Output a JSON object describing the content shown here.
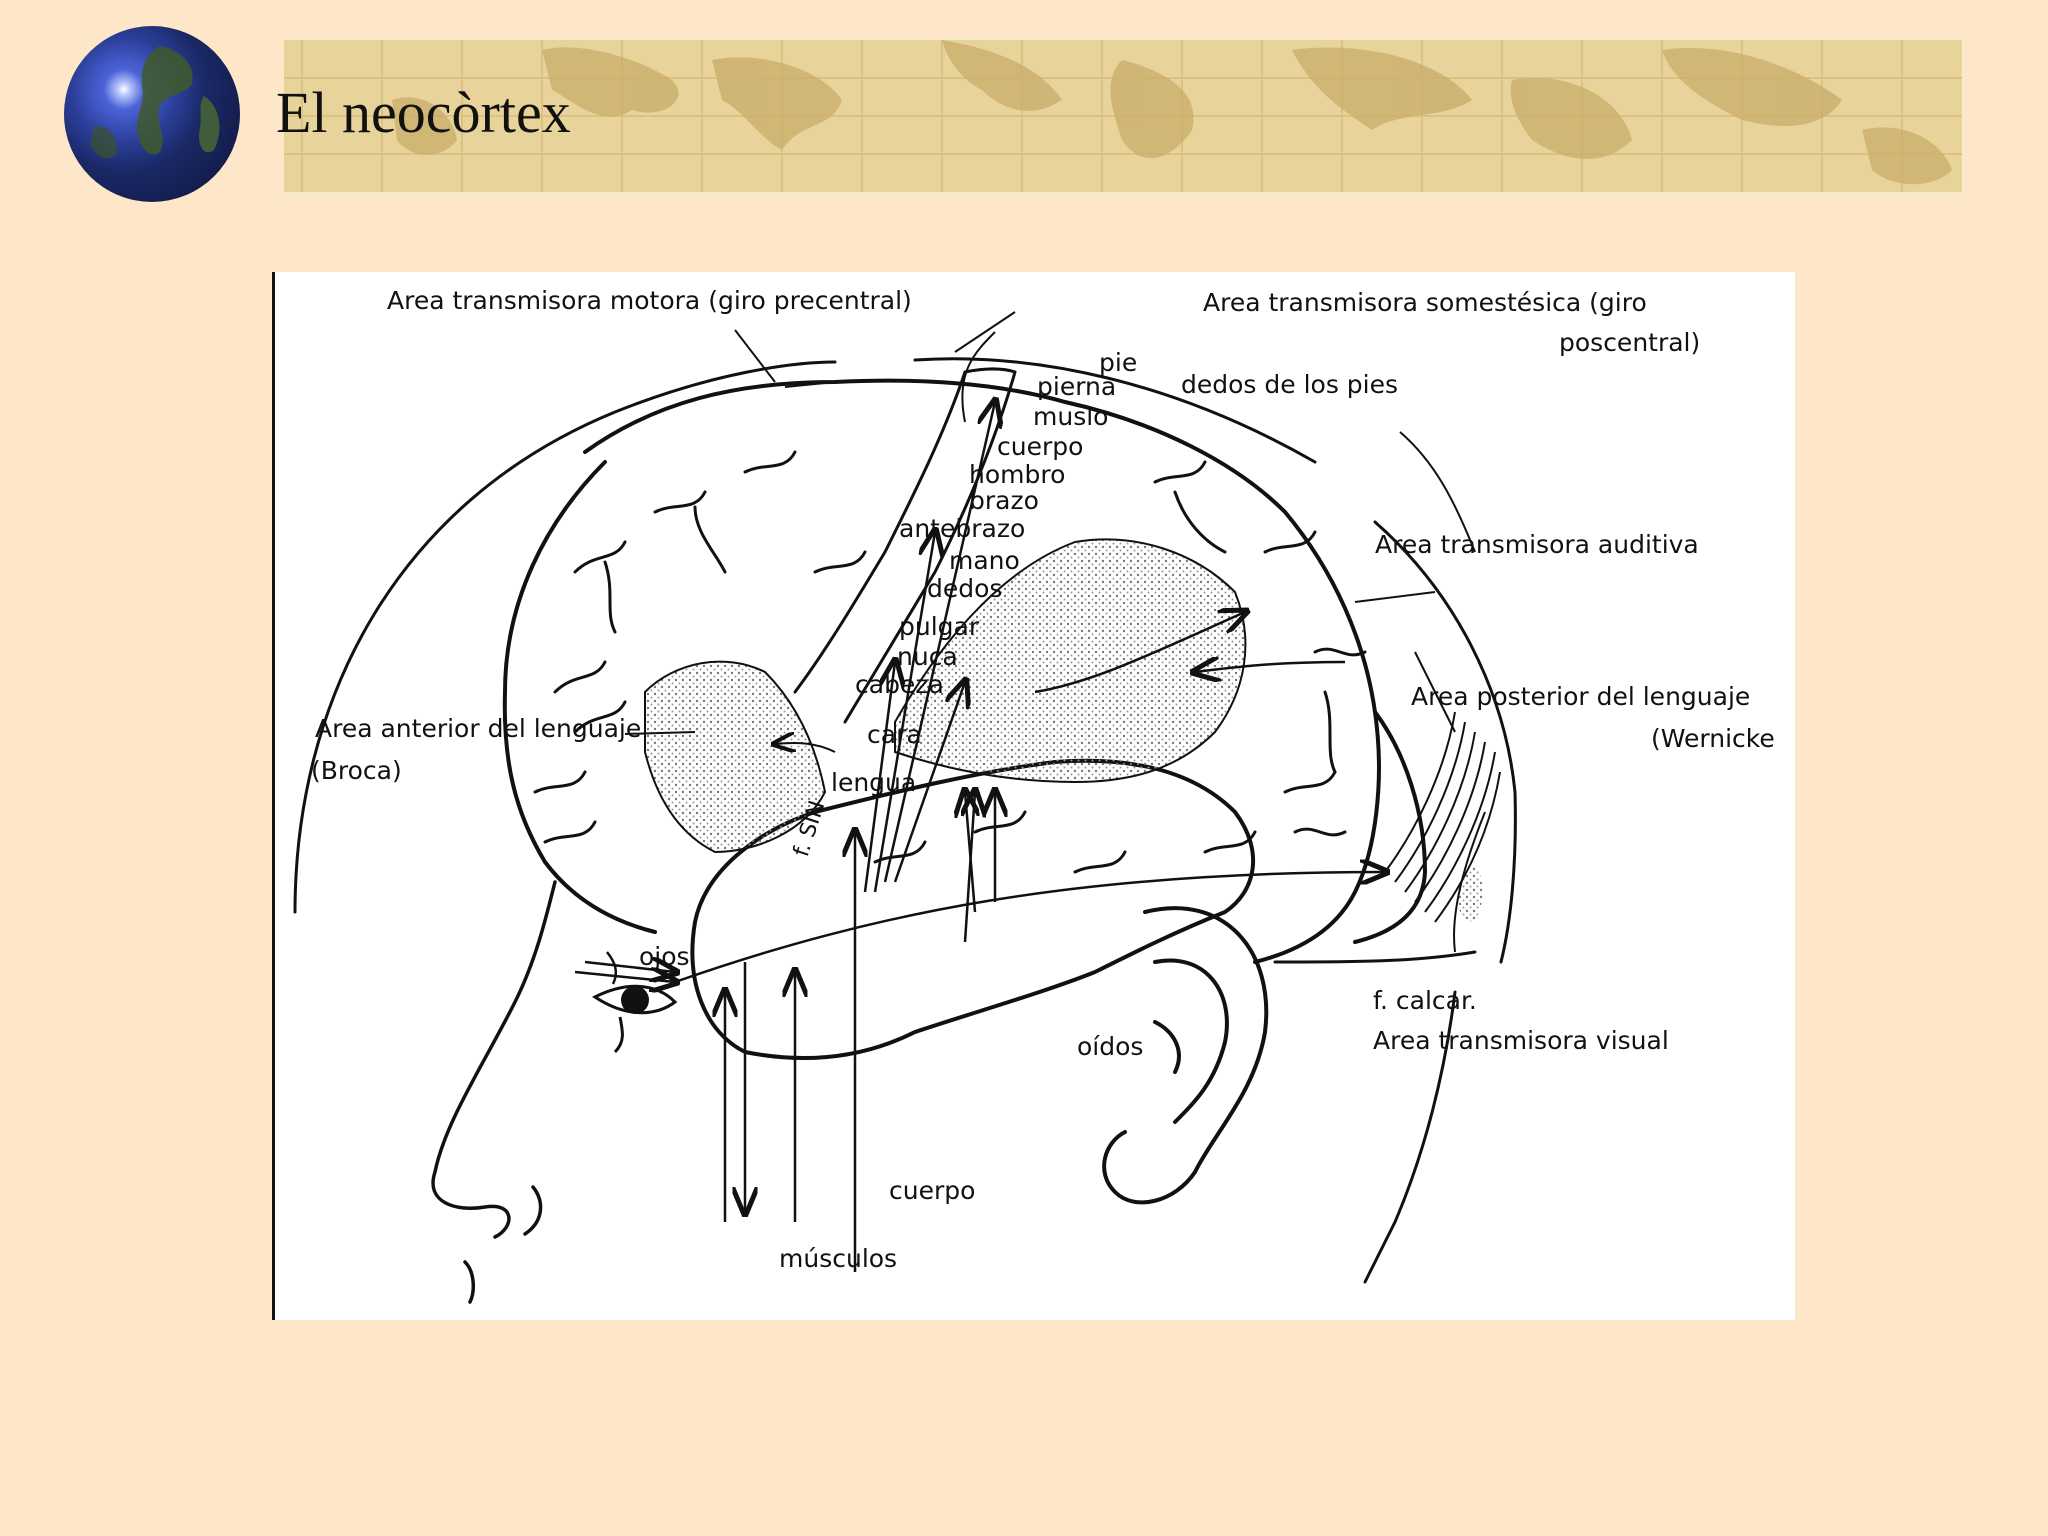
{
  "slide": {
    "title": "El neocòrtex"
  },
  "diagram": {
    "labels": {
      "motor_area": "Area transmisora motora (giro precentral)",
      "somatosensory_area_1": "Area transmisora somestésica (giro",
      "somatosensory_area_2": "poscentral)",
      "pie": "pie",
      "pierna": "pierna",
      "dedos_pies": "dedos de los pies",
      "muslo": "muslo",
      "cuerpo_top": "cuerpo",
      "hombro": "hombro",
      "brazo": "brazo",
      "antebrazo": "antebrazo",
      "mano": "mano",
      "dedos": "dedos",
      "pulgar": "pulgar",
      "nuca": "nuca",
      "cabeza": "cabeza",
      "cara": "cara",
      "lengua": "lengua",
      "auditory_area": "Area transmisora auditiva",
      "posterior_language_1": "Area posterior del lenguaje",
      "posterior_language_2": "(Wernicke",
      "anterior_language_1": "Area anterior del lenguaje",
      "anterior_language_2": "(Broca)",
      "f_sin": "f. SIN",
      "ojos": "ojos",
      "f_calcar": "f. calcar.",
      "visual_area": "Area transmisora visual",
      "oidos": "oídos",
      "cuerpo_bottom": "cuerpo",
      "musculos": "músculos"
    }
  }
}
